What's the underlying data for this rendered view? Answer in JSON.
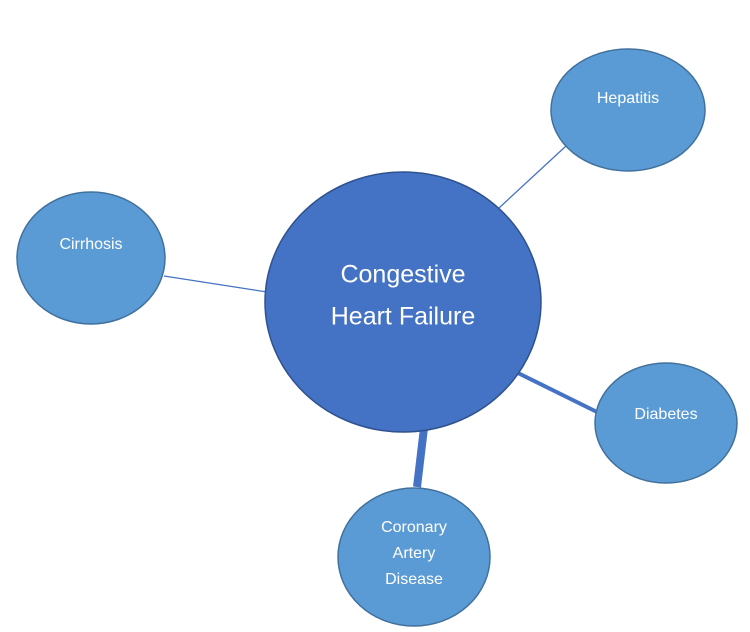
{
  "diagram": {
    "center": {
      "label_lines": [
        "Congestive",
        "Heart Failure"
      ],
      "fill": "#4472c4",
      "stroke": "#2f528f"
    },
    "nodes": [
      {
        "id": "hepatitis",
        "label_lines": [
          "Hepatitis"
        ]
      },
      {
        "id": "cirrhosis",
        "label_lines": [
          "Cirrhosis"
        ]
      },
      {
        "id": "diabetes",
        "label_lines": [
          "Diabetes"
        ]
      },
      {
        "id": "coronary-artery-disease",
        "label_lines": [
          "Coronary",
          "Artery",
          "Disease"
        ]
      }
    ],
    "node_fill": "#5b9bd5",
    "node_stroke": "#41719c",
    "connector_color": "#4472c4"
  }
}
